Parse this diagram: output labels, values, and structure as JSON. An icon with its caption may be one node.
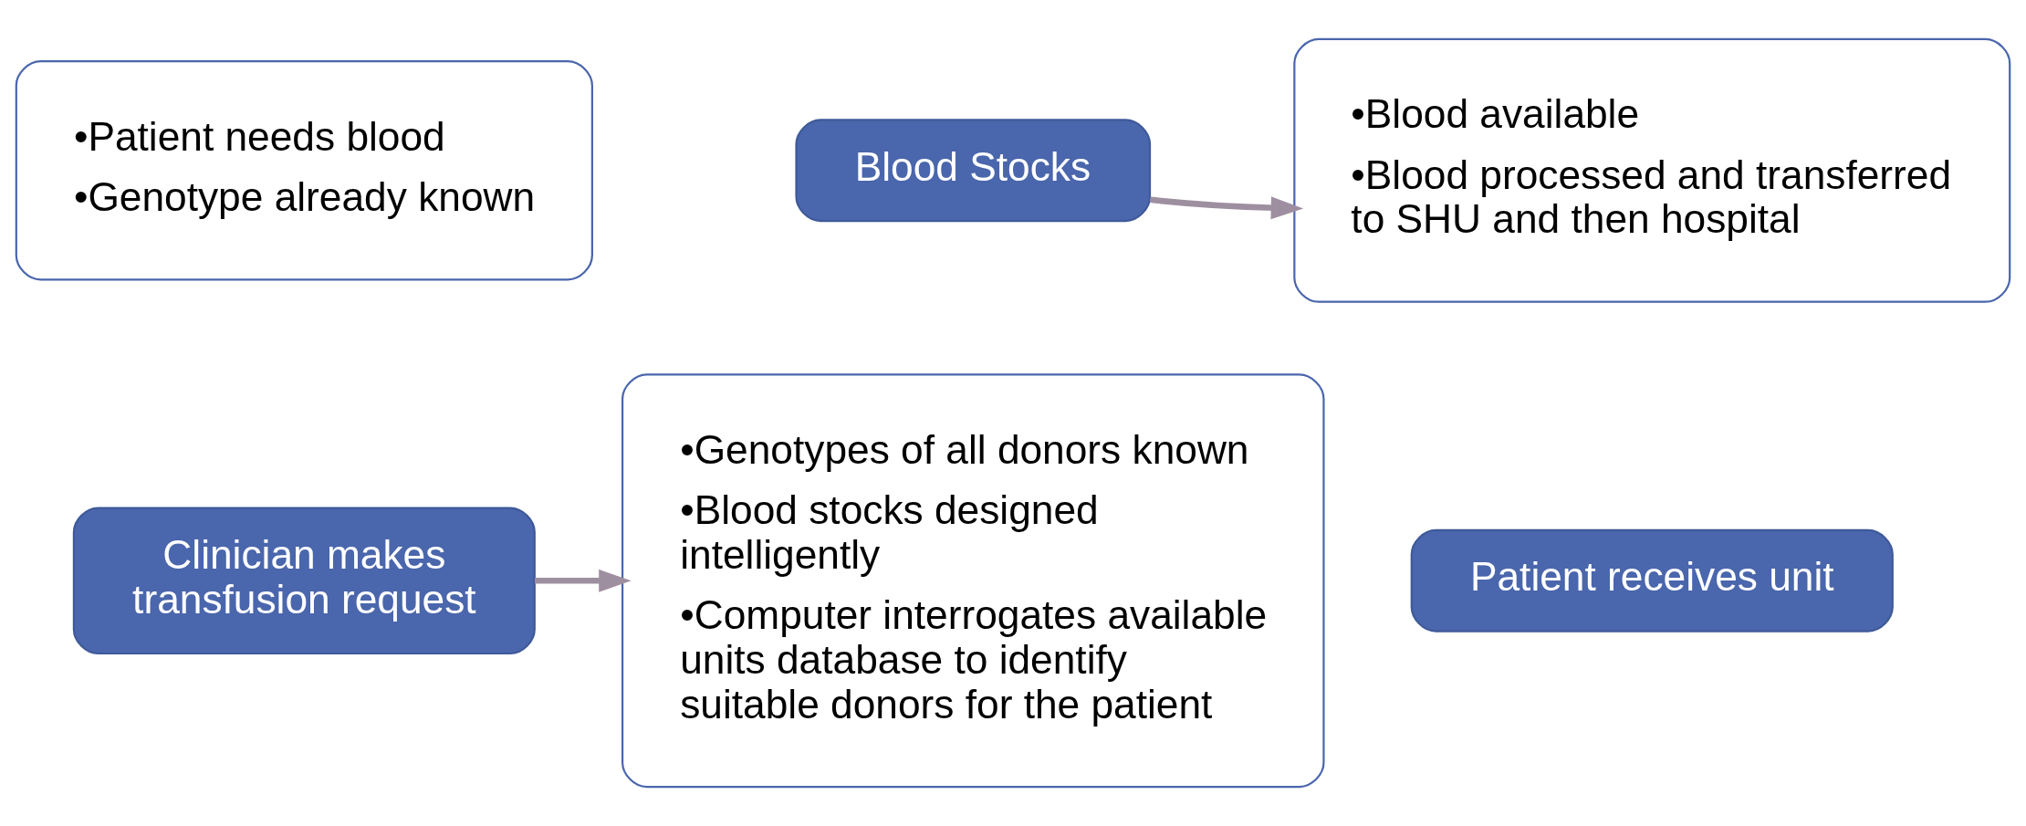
{
  "diagram": {
    "nodes": [
      {
        "text": [
          "•Patient needs blood",
          "•Genotype already known"
        ]
      },
      {
        "text": [
          "Clinician makes transfusion request"
        ]
      },
      {
        "text": [
          "Blood Stocks"
        ]
      },
      {
        "text": [
          "•Genotypes of all donors known",
          "•Blood stocks designed intelligently",
          "•Computer interrogates available units database to identify suitable donors for the patient"
        ]
      },
      {
        "text": [
          "•Blood available",
          "•Blood processed and transferred to SHU and then hospital"
        ]
      },
      {
        "text": [
          "Patient receives unit"
        ]
      }
    ],
    "edges": [
      {
        "from": 1,
        "to": 3,
        "arrow": "to",
        "color": "#9e8fa0"
      },
      {
        "from": 2,
        "to": 4,
        "arrow": "to",
        "color": "#9e8fa0"
      }
    ]
  }
}
